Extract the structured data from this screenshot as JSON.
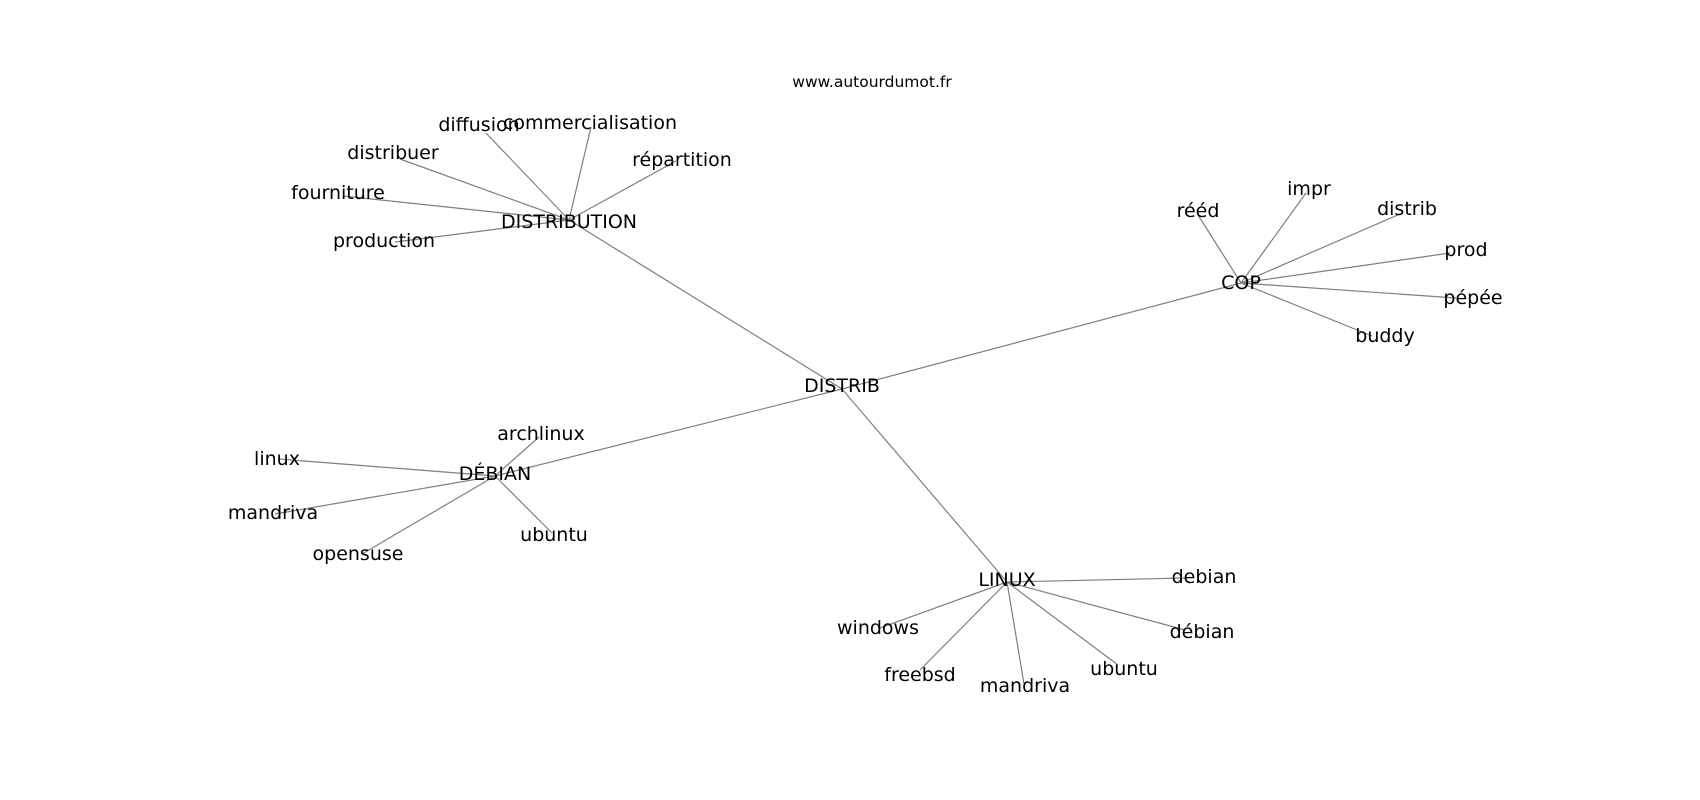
{
  "site_url": "www.autourdumot.fr",
  "graph": {
    "center": "DISTRIB",
    "hubs": [
      {
        "label": "DISTRIBUTION",
        "leaves": [
          "diffusion",
          "commercialisation",
          "distribuer",
          "répartition",
          "fourniture",
          "production"
        ]
      },
      {
        "label": "COP",
        "leaves": [
          "rééd",
          "impr",
          "distrib",
          "prod",
          "pépée",
          "buddy"
        ]
      },
      {
        "label": "DÉBIAN",
        "leaves": [
          "archlinux",
          "linux",
          "mandriva",
          "opensuse",
          "ubuntu"
        ]
      },
      {
        "label": "LINUX",
        "leaves": [
          "debian",
          "windows",
          "débian",
          "ubuntu",
          "freebsd",
          "mandriva"
        ]
      }
    ]
  }
}
